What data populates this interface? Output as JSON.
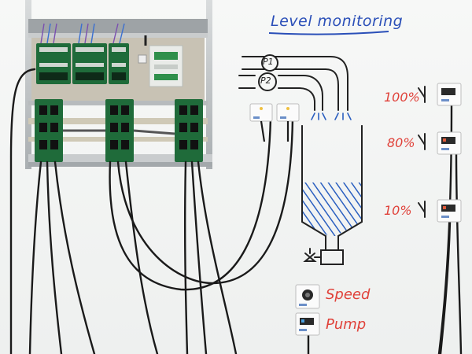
{
  "whiteboard": {
    "title": "Level monitoring",
    "pump_labels": [
      "P1",
      "P2"
    ],
    "level_labels": [
      "100%",
      "80%",
      "10%"
    ],
    "control_labels": [
      "Speed",
      "Pump"
    ]
  },
  "colors": {
    "title_ink": "#2a4fb8",
    "level_ink": "#e0423a",
    "control_ink": "#e0423a",
    "diagram_ink": "#222222",
    "fluid_hatch": "#2a5fc0",
    "pcb_green": "#1f6b3a",
    "cable": "#1a1a1a"
  }
}
